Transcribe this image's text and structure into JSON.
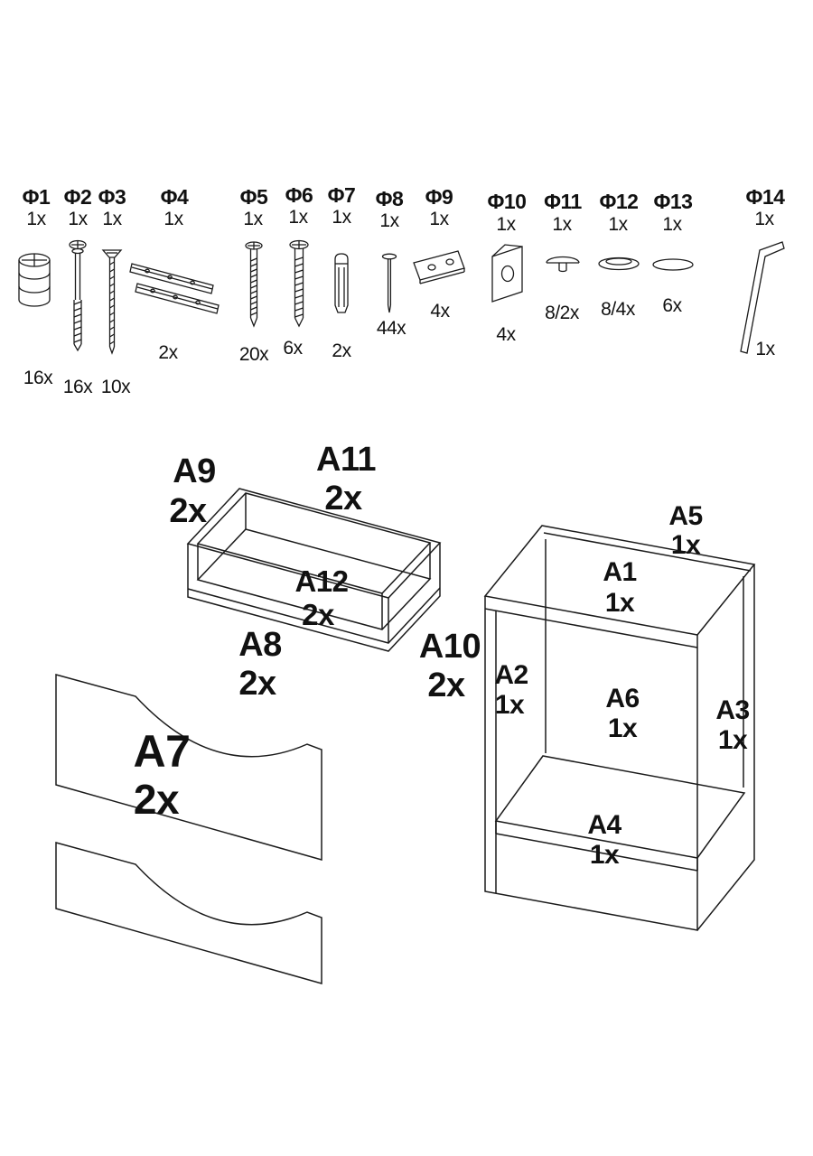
{
  "sheet": {
    "kind": "furniture assembly parts overview"
  },
  "hardware": {
    "items": [
      {
        "id": "Φ1",
        "per": "1x",
        "qty": "16x",
        "icon": "cam-lock-icon"
      },
      {
        "id": "Φ2",
        "per": "1x",
        "qty": "16x",
        "icon": "cam-bolt-icon"
      },
      {
        "id": "Φ3",
        "per": "1x",
        "qty": "10x",
        "icon": "long-screw-icon"
      },
      {
        "id": "Φ4",
        "per": "1x",
        "qty": "2x",
        "icon": "drawer-slide-rails-icon"
      },
      {
        "id": "Φ5",
        "per": "1x",
        "qty": "20x",
        "icon": "wood-screw-icon"
      },
      {
        "id": "Φ6",
        "per": "1x",
        "qty": "6x",
        "icon": "wood-screw-icon"
      },
      {
        "id": "Φ7",
        "per": "1x",
        "qty": "2x",
        "icon": "wall-plug-icon"
      },
      {
        "id": "Φ8",
        "per": "1x",
        "qty": "44x",
        "icon": "nail-icon"
      },
      {
        "id": "Φ9",
        "per": "1x",
        "qty": "4x",
        "icon": "connector-plate-icon"
      },
      {
        "id": "Φ10",
        "per": "1x",
        "qty": "4x",
        "icon": "corner-bracket-icon"
      },
      {
        "id": "Φ11",
        "per": "1x",
        "qty": "8/2x",
        "icon": "cover-cap-small-icon"
      },
      {
        "id": "Φ12",
        "per": "1x",
        "qty": "8/4x",
        "icon": "cover-cap-icon"
      },
      {
        "id": "Φ13",
        "per": "1x",
        "qty": "6x",
        "icon": "cover-cap-flat-icon"
      },
      {
        "id": "Φ14",
        "per": "1x",
        "qty": "1x",
        "icon": "allen-key-icon"
      }
    ]
  },
  "panels": {
    "drawer_box": {
      "a9": {
        "id": "A9",
        "qty": "2x"
      },
      "a11": {
        "id": "A11",
        "qty": "2x"
      },
      "a12": {
        "id": "A12",
        "qty": "2x"
      },
      "a8": {
        "id": "A8",
        "qty": "2x"
      },
      "a10": {
        "id": "A10",
        "qty": "2x"
      }
    },
    "front": {
      "a7": {
        "id": "A7",
        "qty": "2x"
      }
    },
    "cabinet": {
      "a5": {
        "id": "A5",
        "qty": "1x"
      },
      "a1": {
        "id": "A1",
        "qty": "1x"
      },
      "a2": {
        "id": "A2",
        "qty": "1x"
      },
      "a6": {
        "id": "A6",
        "qty": "1x"
      },
      "a3": {
        "id": "A3",
        "qty": "1x"
      },
      "a4": {
        "id": "A4",
        "qty": "1x"
      }
    }
  }
}
